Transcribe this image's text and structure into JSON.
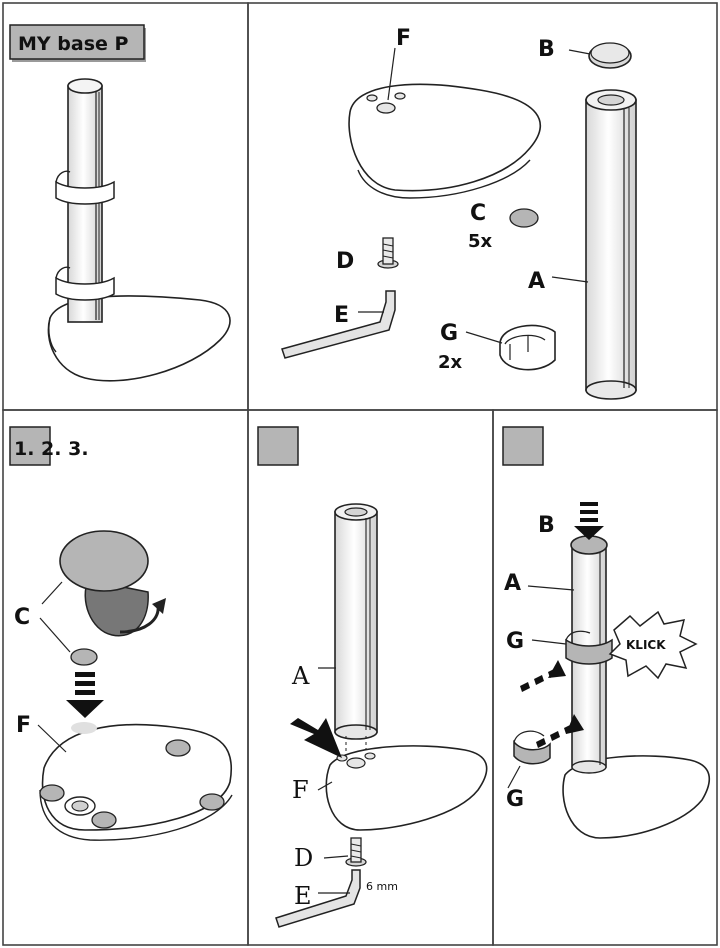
{
  "title": "MY base P",
  "step_label": "1. 2. 3.",
  "panel2": {
    "F": "F",
    "B": "B",
    "C": "C",
    "C_qty": "5x",
    "D": "D",
    "E": "E",
    "A": "A",
    "G": "G",
    "G_qty": "2x"
  },
  "panel3": {
    "C": "C",
    "F": "F"
  },
  "panel4": {
    "A": "A",
    "F": "F",
    "D": "D",
    "E": "E",
    "tool_size": "6 mm"
  },
  "panel5": {
    "B": "B",
    "A": "A",
    "G1": "G",
    "G2": "G",
    "klick": "KLICK"
  },
  "colors": {
    "grey_fill": "#b5b5b5",
    "line": "#222222",
    "panel_border": "#444444",
    "dark_grey": "#777777"
  }
}
